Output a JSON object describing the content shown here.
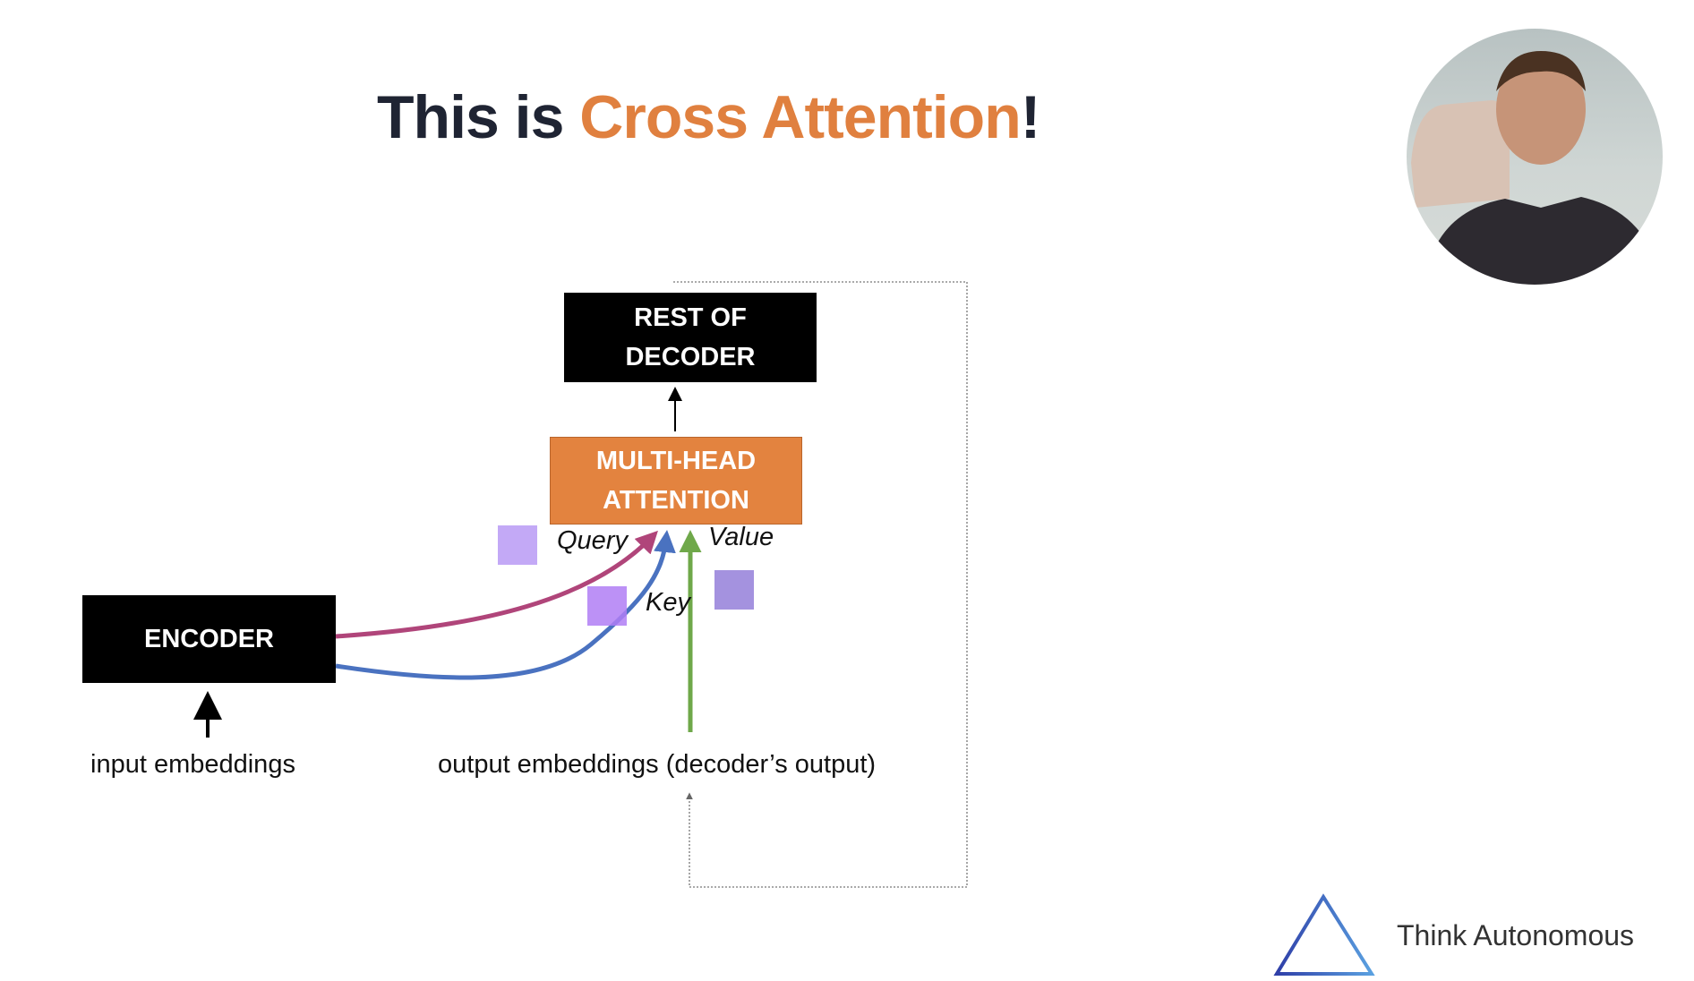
{
  "title": {
    "prefix": "This is ",
    "highlight": "Cross Attention",
    "suffix": "!"
  },
  "diagram": {
    "rest_of_decoder": [
      "REST OF",
      "DECODER"
    ],
    "multi_head_attention": [
      "MULTI-HEAD",
      "ATTENTION"
    ],
    "encoder": "ENCODER",
    "query": "Query",
    "key": "Key",
    "value": "Value",
    "input_embeddings": "input embeddings",
    "output_embeddings": "output embeddings (decoder’s output)"
  },
  "colors": {
    "accent": "#e0803f",
    "query_arrow": "#b0457a",
    "key_arrow": "#4a72c0",
    "value_arrow": "#6fa84a",
    "marker": "#a070e8"
  },
  "brand": {
    "name": "Think Autonomous"
  }
}
